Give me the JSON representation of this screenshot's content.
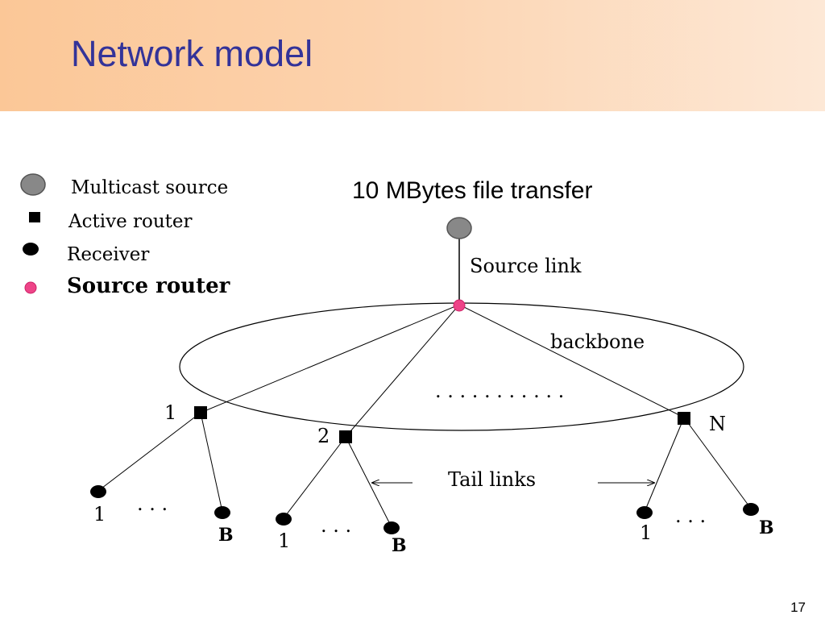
{
  "slide": {
    "title": "Network model",
    "subtitle": "10 MBytes file transfer",
    "page_number": "17"
  },
  "legend": {
    "multicast_source": "Multicast source",
    "active_router": "Active router",
    "receiver": "Receiver",
    "source_router": "Source router"
  },
  "diagram": {
    "source_link_label": "Source link",
    "backbone_label": "backbone",
    "backbone_ellipsis": ". . . . . . . . . . .",
    "tail_links_label": "Tail links",
    "router_labels": [
      "1",
      "2",
      "N"
    ],
    "receiver_first_label": "1",
    "receiver_last_label": "B",
    "receiver_ellipsis": ". . ."
  },
  "colors": {
    "title": "#333399",
    "header_gradient_start": "#fbc797",
    "header_gradient_end": "#fde8d6",
    "multicast_source": "#888888",
    "source_router": "#ee4488"
  }
}
